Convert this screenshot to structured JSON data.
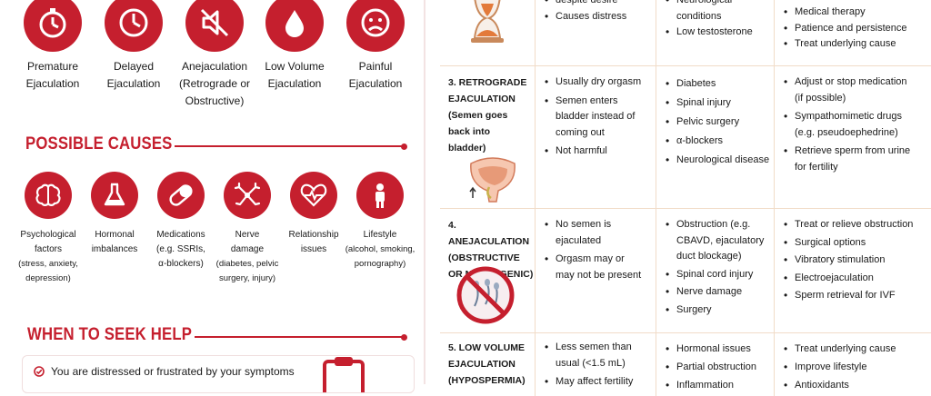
{
  "types": [
    {
      "icon": "stopwatch-icon",
      "lines": [
        "Premature",
        "Ejaculation"
      ]
    },
    {
      "icon": "clock-icon",
      "lines": [
        "Delayed",
        "Ejaculation"
      ]
    },
    {
      "icon": "muted-speaker-icon",
      "lines": [
        "Anejaculation",
        "(Retrograde or",
        "Obstructive)"
      ]
    },
    {
      "icon": "drop-icon",
      "lines": [
        "Low Volume",
        "Ejaculation"
      ]
    },
    {
      "icon": "sad-face-icon",
      "lines": [
        "Painful",
        "Ejaculation"
      ]
    }
  ],
  "causes": {
    "title": "POSSIBLE CAUSES",
    "items": [
      {
        "icon": "brain-icon",
        "lines": [
          "Psychological",
          "factors"
        ],
        "sub": [
          "(stress, anxiety,",
          "depression)"
        ]
      },
      {
        "icon": "flask-icon",
        "lines": [
          "Hormonal",
          "imbalances"
        ],
        "sub": []
      },
      {
        "icon": "pill-icon",
        "lines": [
          "Medications",
          "(e.g. SSRIs,",
          "α-blockers)"
        ],
        "sub": []
      },
      {
        "icon": "nerve-icon",
        "lines": [
          "Nerve",
          "damage"
        ],
        "sub": [
          "(diabetes, pelvic",
          "surgery, injury)"
        ]
      },
      {
        "icon": "heart-pulse-icon",
        "lines": [
          "Relationship",
          "issues"
        ],
        "sub": []
      },
      {
        "icon": "person-icon",
        "lines": [
          "Lifestyle"
        ],
        "sub": [
          "(alcohol, smoking,",
          "pornography)"
        ]
      }
    ]
  },
  "help": {
    "title": "WHEN TO SEEK HELP",
    "items": [
      "You are distressed or frustrated by your symptoms"
    ]
  },
  "table": {
    "rows": [
      {
        "title": [],
        "symptoms": [
          "despite desire",
          "Causes distress"
        ],
        "causes": [
          "Neurological conditions",
          "Low testosterone"
        ],
        "treatment": [
          "Medical therapy",
          "Patience and persistence",
          "Treat underlying cause"
        ]
      },
      {
        "title": [
          "3. RETROGRADE",
          "EJACULATION",
          "(Semen goes",
          "back into",
          "bladder)"
        ],
        "symptoms": [
          "Usually dry orgasm",
          "Semen enters bladder instead of coming out",
          "Not harmful"
        ],
        "causes": [
          "Diabetes",
          "Spinal injury",
          "Pelvic surgery",
          "α-blockers",
          "Neurological disease"
        ],
        "treatment": [
          "Adjust or stop medication (if possible)",
          "Sympathomimetic drugs (e.g. pseudoephedrine)",
          "Retrieve sperm from urine for fertility"
        ]
      },
      {
        "title": [
          "4. ANEJACULATION",
          "(OBSTRUCTIVE",
          "OR NEUROGENIC)"
        ],
        "symptoms": [
          "No semen is ejaculated",
          "Orgasm may or may not be present"
        ],
        "causes": [
          "Obstruction (e.g. CBAVD, ejaculatory duct blockage)",
          "Spinal cord injury",
          "Nerve damage",
          "Surgery"
        ],
        "treatment": [
          "Treat or relieve obstruction",
          "Surgical options",
          "Vibratory stimulation",
          "Electroejaculation",
          "Sperm retrieval for IVF"
        ]
      },
      {
        "title": [
          "5. LOW VOLUME",
          "EJACULATION",
          "(HYPOSPERMIA)"
        ],
        "symptoms": [
          "Less semen than usual (<1.5 mL)",
          "May affect fertility"
        ],
        "causes": [
          "Hormonal issues",
          "Partial obstruction",
          "Inflammation"
        ],
        "treatment": [
          "Treat underlying cause",
          "Improve lifestyle",
          "Antioxidants"
        ]
      }
    ]
  },
  "colors": {
    "accent": "#c51f2e",
    "table_border": "#f1dcc8"
  }
}
